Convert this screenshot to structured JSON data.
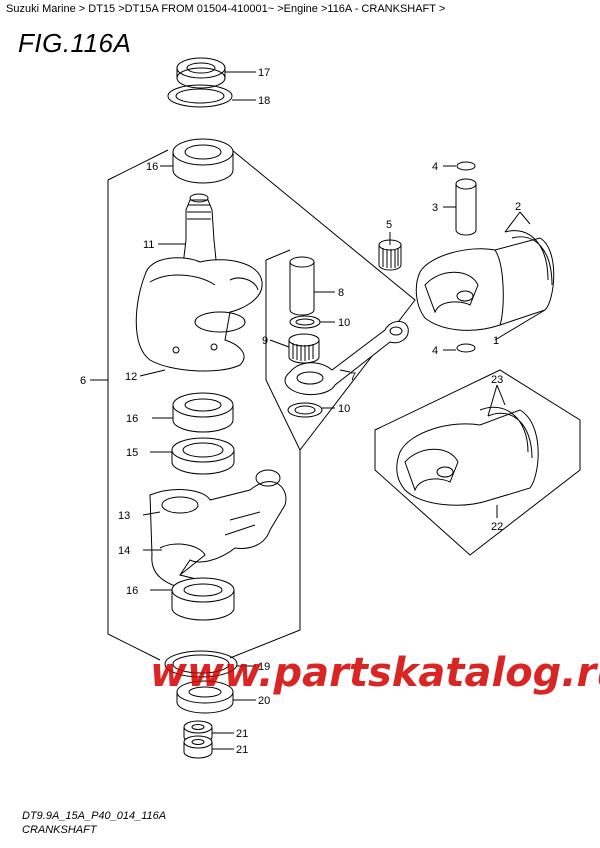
{
  "breadcrumb": {
    "items": [
      "Suzuki Marine",
      "DT15",
      "DT15A FROM 01504-410001~",
      "Engine",
      "116A - CRANKSHAFT"
    ],
    "separator": " >"
  },
  "figure_title": "FIG.116A",
  "parts": {
    "p1": "1",
    "p2": "2",
    "p3": "3",
    "p4a": "4",
    "p4b": "4",
    "p5": "5",
    "p6": "6",
    "p7": "7",
    "p8": "8",
    "p9": "9",
    "p10a": "10",
    "p10b": "10",
    "p11": "11",
    "p12": "12",
    "p13": "13",
    "p14": "14",
    "p15": "15",
    "p16a": "16",
    "p16b": "16",
    "p16c": "16",
    "p17": "17",
    "p18": "18",
    "p19": "19",
    "p20": "20",
    "p21a": "21",
    "p21b": "21",
    "p22": "22",
    "p23": "23"
  },
  "watermark": "www.partskatalog.ru",
  "footer": {
    "code": "DT9.9A_15A_P40_014_116A",
    "name": "CRANKSHAFT"
  }
}
